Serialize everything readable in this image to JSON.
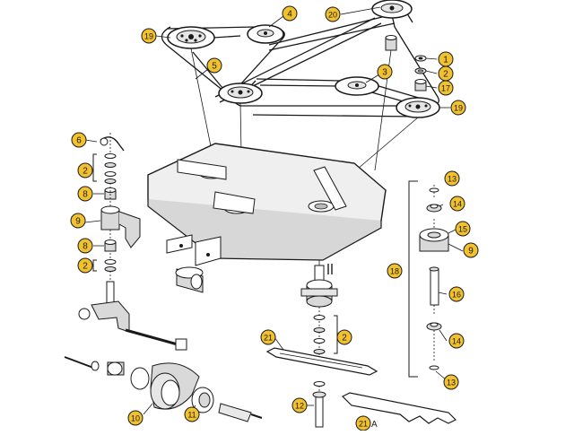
{
  "diagram": {
    "colors": {
      "line": "#1a1a1a",
      "callout_fill": "#f2c12e",
      "callout_stroke": "#1a1a1a",
      "deck_fill": "#e6e6e6",
      "part_fill": "#d9d9d9",
      "background": "#ffffff"
    },
    "callouts": [
      {
        "id": "c4",
        "label": "4"
      },
      {
        "id": "c20",
        "label": "20"
      },
      {
        "id": "c19a",
        "label": "19"
      },
      {
        "id": "c5",
        "label": "5"
      },
      {
        "id": "c1",
        "label": "1"
      },
      {
        "id": "c2a",
        "label": "2"
      },
      {
        "id": "c3",
        "label": "3"
      },
      {
        "id": "c17",
        "label": "17"
      },
      {
        "id": "c19b",
        "label": "19"
      },
      {
        "id": "c6",
        "label": "6"
      },
      {
        "id": "c2b",
        "label": "2"
      },
      {
        "id": "c8a",
        "label": "8"
      },
      {
        "id": "c9a",
        "label": "9"
      },
      {
        "id": "c8b",
        "label": "8"
      },
      {
        "id": "c2c",
        "label": "2"
      },
      {
        "id": "c13a",
        "label": "13"
      },
      {
        "id": "c14a",
        "label": "14"
      },
      {
        "id": "c15",
        "label": "15"
      },
      {
        "id": "c9b",
        "label": "9"
      },
      {
        "id": "c18",
        "label": "18"
      },
      {
        "id": "c16",
        "label": "16"
      },
      {
        "id": "c21a",
        "label": "21"
      },
      {
        "id": "c2d",
        "label": "2"
      },
      {
        "id": "c14b",
        "label": "14"
      },
      {
        "id": "c13b",
        "label": "13"
      },
      {
        "id": "c10",
        "label": "10"
      },
      {
        "id": "c11",
        "label": "11"
      },
      {
        "id": "c12",
        "label": "12"
      },
      {
        "id": "c21b",
        "label": "21"
      }
    ],
    "text_labels": {
      "blade_variant_suffix": "A"
    }
  }
}
